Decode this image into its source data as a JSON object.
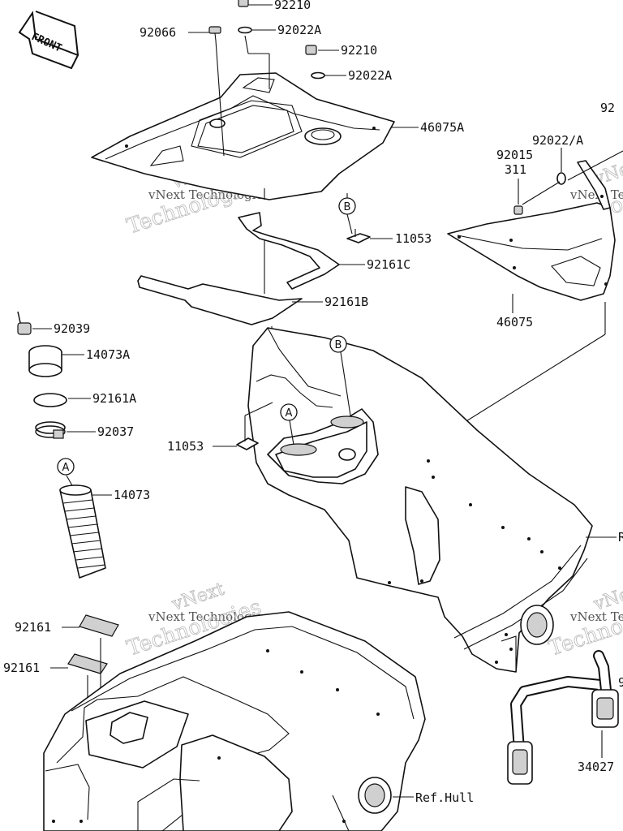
{
  "diagram": {
    "front_badge": "FRONT",
    "watermark_brand": "vNext",
    "watermark_company": "vNext Technologies",
    "watermark_tech": "Technologies",
    "part_labels": {
      "p92210_top": "92210",
      "p92066": "92066",
      "p92022A_top": "92022A",
      "p92210_mid": "92210",
      "p92022A_mid": "92022A",
      "p46075A": "46075A",
      "p92_partial": "92",
      "p92022A_slash": "92022/A",
      "p92015": "92015",
      "p311": "311",
      "p11053_right": "11053",
      "p92161C": "92161C",
      "p92161B": "92161B",
      "p46075": "46075",
      "p92039": "92039",
      "p14073A": "14073A",
      "p92161A": "92161A",
      "p92037": "92037",
      "p11053_left": "11053",
      "p14073": "14073",
      "pRef_partial": "R",
      "p92161_a": "92161",
      "p92161_b": "92161",
      "p9_partial": "9",
      "p34027": "34027",
      "pRefHull": "Ref.Hull"
    },
    "callouts": {
      "b_top": "B",
      "b_mid": "B",
      "a_mid": "A",
      "a_left": "A"
    }
  }
}
